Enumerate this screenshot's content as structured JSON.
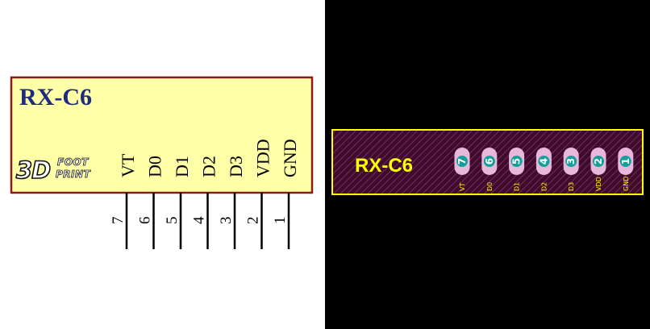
{
  "schematic": {
    "part_name": "RX-C6",
    "logo": {
      "main": "3D",
      "line1": "FOOT",
      "line2": "PRINT"
    },
    "colors": {
      "body_fill": "#ffffa8",
      "body_border": "#8b1a1a",
      "title": "#1c2a80",
      "pin_line": "#000000"
    },
    "pins": [
      {
        "number": "7",
        "label": "VT"
      },
      {
        "number": "6",
        "label": "D0"
      },
      {
        "number": "5",
        "label": "D1"
      },
      {
        "number": "4",
        "label": "D2"
      },
      {
        "number": "3",
        "label": "D3"
      },
      {
        "number": "2",
        "label": "VDD"
      },
      {
        "number": "1",
        "label": "GND"
      }
    ]
  },
  "pcb": {
    "part_name": "RX-C6",
    "colors": {
      "background": "#000000",
      "board_fill": "#3d0c2b",
      "hatch": "#8a3170",
      "outline": "#ffff00",
      "pad_ring": "#e7b8db",
      "pad_core": "#0fa09a",
      "text": "#ffff00"
    },
    "pads": [
      {
        "number": "7",
        "label": "VT"
      },
      {
        "number": "6",
        "label": "D0"
      },
      {
        "number": "5",
        "label": "D1"
      },
      {
        "number": "4",
        "label": "D2"
      },
      {
        "number": "3",
        "label": "D3"
      },
      {
        "number": "2",
        "label": "VDD"
      },
      {
        "number": "1",
        "label": "GND"
      }
    ]
  }
}
